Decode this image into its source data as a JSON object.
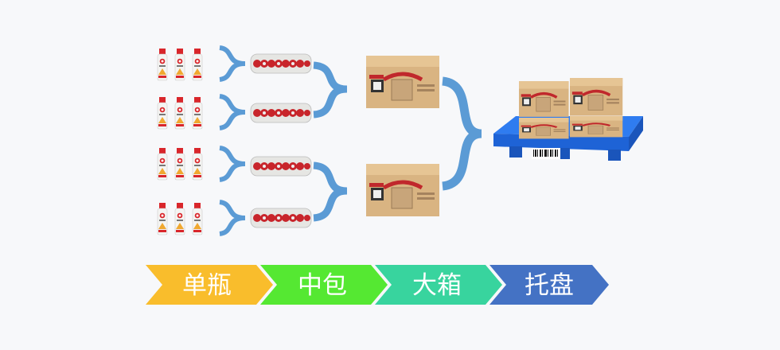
{
  "stages": [
    {
      "label": "单瓶",
      "color": "#f9bd2c"
    },
    {
      "label": "中包",
      "color": "#55e832"
    },
    {
      "label": "大箱",
      "color": "#38d49e"
    },
    {
      "label": "托盘",
      "color": "#4472c4"
    }
  ],
  "brace_color": "#5b9bd5",
  "pallet_color": "#2f7cf0"
}
